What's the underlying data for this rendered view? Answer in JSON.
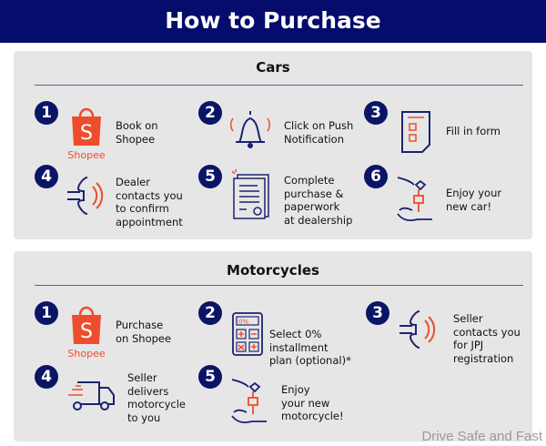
{
  "header": {
    "title": "How to Purchase"
  },
  "cars": {
    "title": "Cars",
    "steps": [
      {
        "n": "1",
        "text": "Book on\nShopee",
        "icon": "shopee-bag-icon",
        "logo": "Shopee"
      },
      {
        "n": "2",
        "text": "Click on Push\nNotification",
        "icon": "bell-icon"
      },
      {
        "n": "3",
        "text": "Fill in form",
        "icon": "form-icon"
      },
      {
        "n": "4",
        "text": "Dealer\ncontacts you\nto confirm\nappointment",
        "icon": "phone-icon"
      },
      {
        "n": "5",
        "text": "Complete\npurchase &\npaperwork\nat dealership",
        "icon": "documents-icon"
      },
      {
        "n": "6",
        "text": "Enjoy your\nnew car!",
        "icon": "key-handover-icon"
      }
    ]
  },
  "motorcycles": {
    "title": "Motorcycles",
    "steps": [
      {
        "n": "1",
        "text": "Purchase\non Shopee",
        "icon": "shopee-bag-icon",
        "logo": "Shopee"
      },
      {
        "n": "2",
        "text": "Select 0%\ninstallment\nplan (optional)*",
        "icon": "calculator-icon",
        "calc": "0%"
      },
      {
        "n": "3",
        "text": "Seller\ncontacts you\nfor JPJ\nregistration",
        "icon": "phone-icon"
      },
      {
        "n": "4",
        "text": "Seller\ndelivers\nmotorcycle\nto you",
        "icon": "delivery-truck-icon"
      },
      {
        "n": "5",
        "text": "Enjoy\nyour new\nmotorcycle!",
        "icon": "key-handover-icon"
      }
    ]
  },
  "watermark": "Drive Safe and Fast",
  "colors": {
    "navy": "#050c6b",
    "orange": "#ee4d2d",
    "panel": "#e6e6e6"
  }
}
